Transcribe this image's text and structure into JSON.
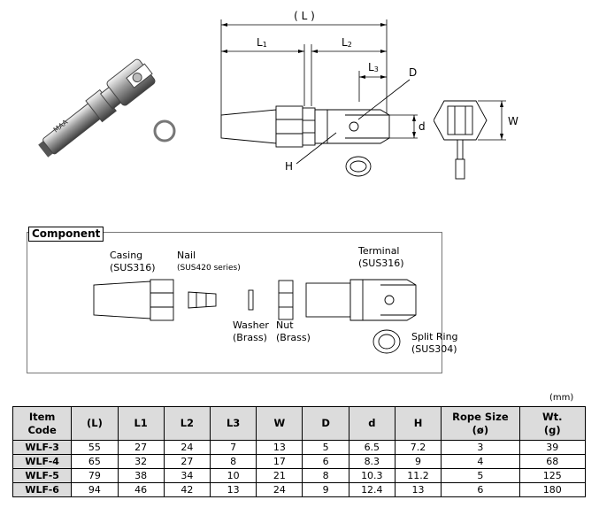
{
  "drawing": {
    "dim_L": "( L )",
    "dim_L1": "L",
    "dim_L1_sub": "1",
    "dim_L2": "L",
    "dim_L2_sub": "2",
    "dim_L3": "L",
    "dim_L3_sub": "3",
    "dim_D": "D",
    "dim_d": "d",
    "dim_H": "H",
    "dim_W": "W"
  },
  "component": {
    "heading": "Component",
    "casing": {
      "name": "Casing",
      "material": "(SUS316)"
    },
    "nail": {
      "name": "Nail",
      "material": "(SUS420 series)"
    },
    "washer": {
      "name": "Washer",
      "material": "(Brass)"
    },
    "nut": {
      "name": "Nut",
      "material": "(Brass)"
    },
    "terminal": {
      "name": "Terminal",
      "material": "(SUS316)"
    },
    "split_ring": {
      "name": "Split Ring",
      "material": "(SUS304)"
    }
  },
  "table": {
    "unit": "(mm)",
    "headers": [
      {
        "line1": "Item",
        "line2": "Code"
      },
      {
        "line1": "(L)",
        "line2": ""
      },
      {
        "line1": "L1",
        "line2": ""
      },
      {
        "line1": "L2",
        "line2": ""
      },
      {
        "line1": "L3",
        "line2": ""
      },
      {
        "line1": "W",
        "line2": ""
      },
      {
        "line1": "D",
        "line2": ""
      },
      {
        "line1": "d",
        "line2": ""
      },
      {
        "line1": "H",
        "line2": ""
      },
      {
        "line1": "Rope Size",
        "line2": "(ø)"
      },
      {
        "line1": "Wt.",
        "line2": "(g)"
      }
    ],
    "rows": [
      [
        "WLF-3",
        "55",
        "27",
        "24",
        "7",
        "13",
        "5",
        "6.5",
        "7.2",
        "3",
        "39"
      ],
      [
        "WLF-4",
        "65",
        "32",
        "27",
        "8",
        "17",
        "6",
        "8.3",
        "9",
        "4",
        "68"
      ],
      [
        "WLF-5",
        "79",
        "38",
        "34",
        "10",
        "21",
        "8",
        "10.3",
        "11.2",
        "5",
        "125"
      ],
      [
        "WLF-6",
        "94",
        "46",
        "42",
        "13",
        "24",
        "9",
        "12.4",
        "13",
        "6",
        "180"
      ]
    ]
  }
}
